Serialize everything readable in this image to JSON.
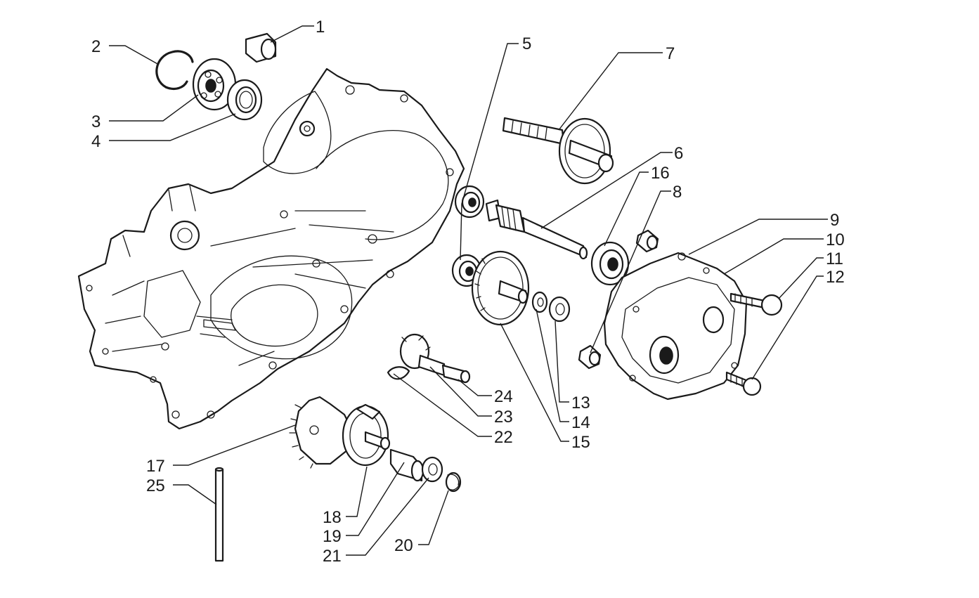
{
  "callouts": [
    {
      "id": "1",
      "label": "1"
    },
    {
      "id": "2",
      "label": "2"
    },
    {
      "id": "3",
      "label": "3"
    },
    {
      "id": "4",
      "label": "4"
    },
    {
      "id": "5",
      "label": "5"
    },
    {
      "id": "6",
      "label": "6"
    },
    {
      "id": "7",
      "label": "7"
    },
    {
      "id": "8",
      "label": "8"
    },
    {
      "id": "9",
      "label": "9"
    },
    {
      "id": "10",
      "label": "10"
    },
    {
      "id": "11",
      "label": "11"
    },
    {
      "id": "12",
      "label": "12"
    },
    {
      "id": "13",
      "label": "13"
    },
    {
      "id": "14",
      "label": "14"
    },
    {
      "id": "15",
      "label": "15"
    },
    {
      "id": "16",
      "label": "16"
    },
    {
      "id": "17",
      "label": "17"
    },
    {
      "id": "18",
      "label": "18"
    },
    {
      "id": "19",
      "label": "19"
    },
    {
      "id": "20",
      "label": "20"
    },
    {
      "id": "21",
      "label": "21"
    },
    {
      "id": "22",
      "label": "22"
    },
    {
      "id": "23",
      "label": "23"
    },
    {
      "id": "24",
      "label": "24"
    },
    {
      "id": "25",
      "label": "25"
    }
  ],
  "colors": {
    "line": "#1a1a1a",
    "background": "#ffffff"
  }
}
